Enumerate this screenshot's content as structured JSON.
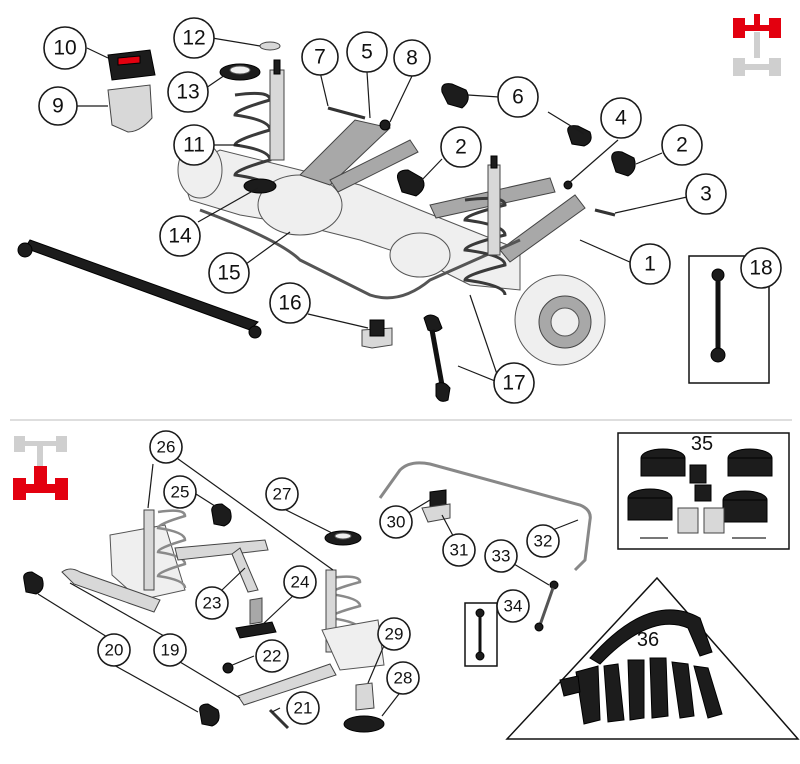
{
  "callouts": {
    "c1": "1",
    "c2a": "2",
    "c2b": "2",
    "c3": "3",
    "c4": "4",
    "c5": "5",
    "c6": "6",
    "c7": "7",
    "c8": "8",
    "c9": "9",
    "c10": "10",
    "c11": "11",
    "c12": "12",
    "c13": "13",
    "c14": "14",
    "c15": "15",
    "c16": "16",
    "c17": "17",
    "c18": "18",
    "c19": "19",
    "c20": "20",
    "c21": "21",
    "c22": "22",
    "c23": "23",
    "c24": "24",
    "c25": "25",
    "c26": "26",
    "c27": "27",
    "c28": "28",
    "c29": "29",
    "c30": "30",
    "c31": "31",
    "c32": "32",
    "c33": "33",
    "c34": "34",
    "c35": "35",
    "c36": "36"
  },
  "indicators": {
    "front_axle_highlight_color": "#e3000f",
    "rear_axle_highlight_color": "#e3000f",
    "inactive_axle_color": "#cfcfcf",
    "top_section": "front-axle-icon",
    "bottom_section": "rear-axle-icon"
  }
}
